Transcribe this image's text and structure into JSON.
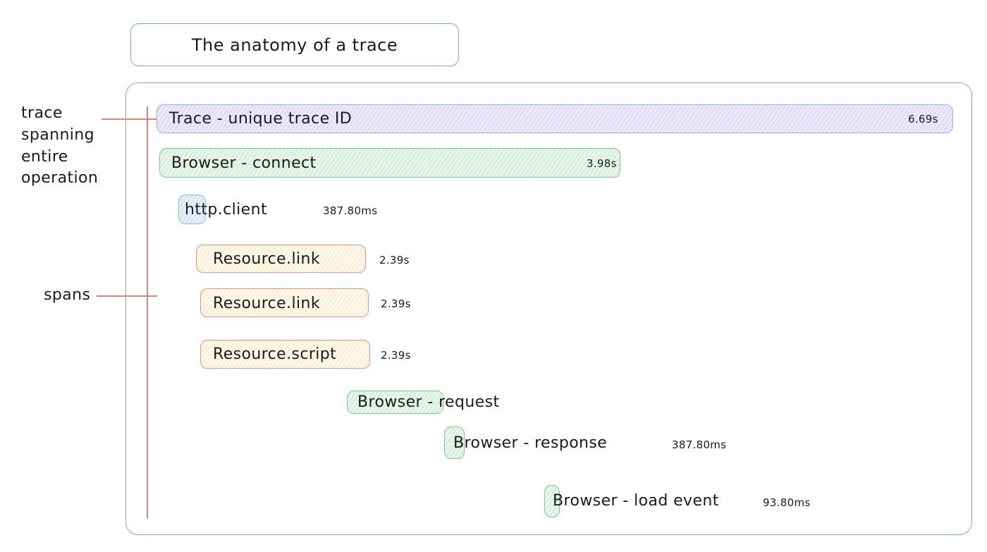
{
  "title": "The anatomy of a trace",
  "annotations": {
    "trace": "trace\nspanning\nentire\noperation",
    "spans": "spans"
  },
  "spans": [
    {
      "label": "Trace - unique trace ID",
      "duration": "6.69s",
      "color": "purple"
    },
    {
      "label": "Browser - connect",
      "duration": "3.98s",
      "color": "green"
    },
    {
      "label": "http.client",
      "duration": "387.80ms",
      "color": "blue"
    },
    {
      "label": "Resource.link",
      "duration": "2.39s",
      "color": "yellow"
    },
    {
      "label": "Resource.link",
      "duration": "2.39s",
      "color": "yellow"
    },
    {
      "label": "Resource.script",
      "duration": "2.39s",
      "color": "yellow"
    },
    {
      "label": "Browser - request",
      "duration": "",
      "color": "green"
    },
    {
      "label": "Browser - response",
      "duration": "387.80ms",
      "color": "green"
    },
    {
      "label": "Browser - load event",
      "duration": "93.80ms",
      "color": "green"
    }
  ],
  "palette": {
    "text_color": "#1a1a1f",
    "container_border": "#7ea8d8",
    "annotation_red": "#e5817a",
    "purple_fill": "#eceafa",
    "purple_border": "#8db4e4",
    "purple_hatch": "rgba(150,140,215,0.30)",
    "green_fill": "#e9f6ec",
    "green_border": "#7cc694",
    "green_hatch": "rgba(105,185,135,0.30)",
    "yellow_fill": "#fdf8e8",
    "yellow_border": "#e9908a",
    "yellow_hatch": "rgba(225,185,95,0.30)",
    "blue_fill": "#e6f0fb",
    "blue_border": "#89b8e7",
    "blue_hatch": "rgba(120,170,225,0.35)"
  }
}
